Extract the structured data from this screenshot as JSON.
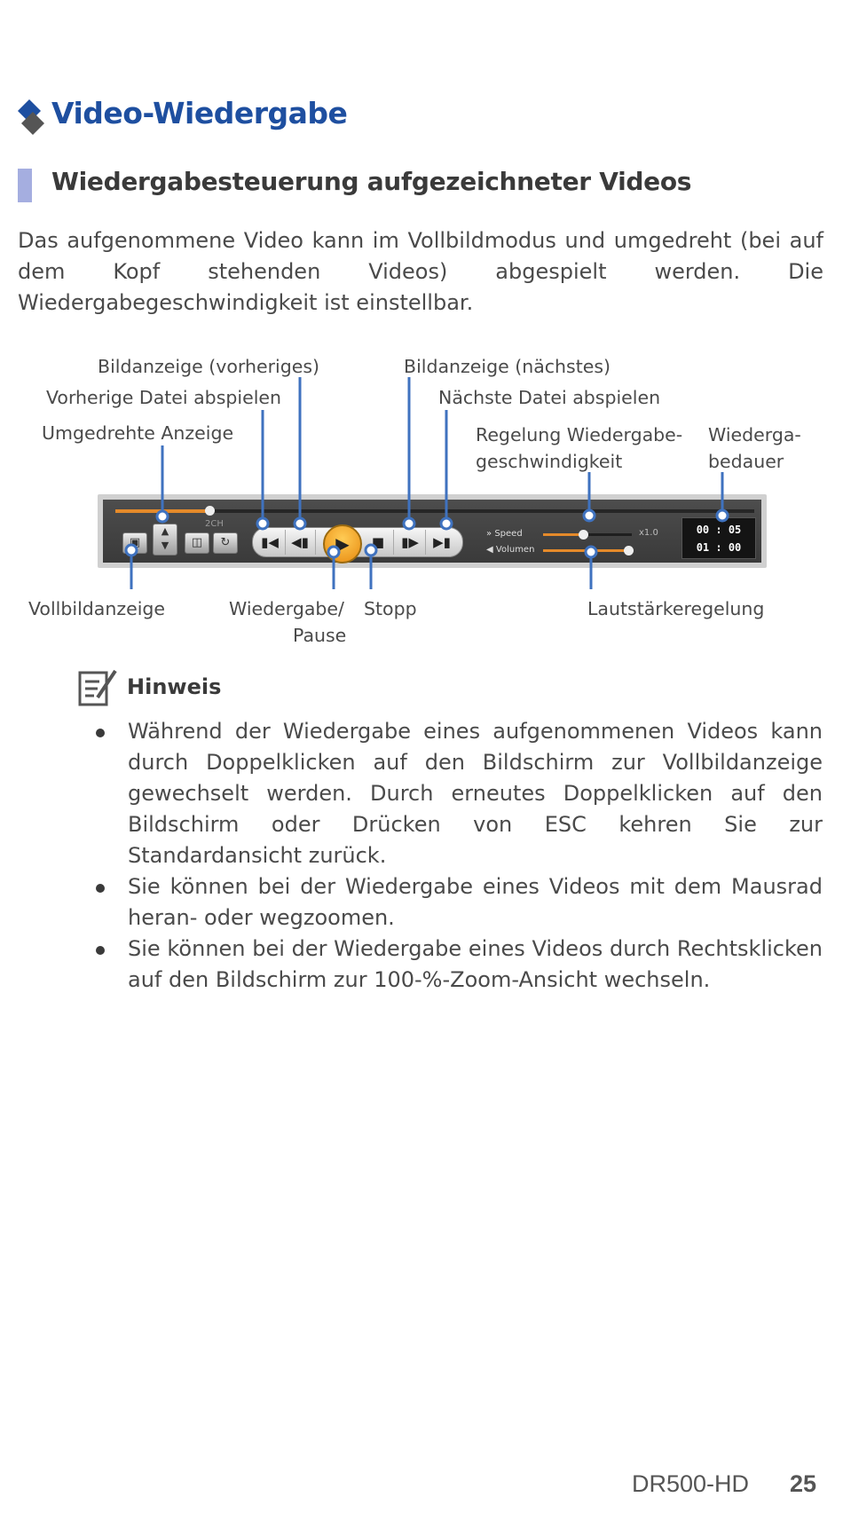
{
  "section_title": "Video-Wiedergabe",
  "subsection_title": "Wiedergabesteuerung aufgezeichneter Videos",
  "intro": "Das aufgenommene Video kann im Vollbildmodus und umgedreht (bei auf dem Kopf stehenden Videos) abgespielt werden. Die Wiedergabegeschwindigkeit ist einstellbar.",
  "callouts": {
    "prev_frame": "Bildanzeige (vorheriges)",
    "next_frame": "Bildanzeige (nächstes)",
    "prev_file": "Vorherige Datei abspielen",
    "next_file": "Nächste Datei abspielen",
    "flip": "Umgedrehte Anzeige",
    "speed_line1": "Regelung Wiedergabe-",
    "speed_line2": "geschwindigkeit",
    "duration_line1": "Wiederga-",
    "duration_line2": "bedauer",
    "fullscreen": "Vollbildanzeige",
    "play_pause_line1": "Wiedergabe/",
    "play_pause_line2": "Pause",
    "stop": "Stopp",
    "volume": "Lautstärkeregelung"
  },
  "player": {
    "channel_label": "2CH",
    "speed_label": "Speed",
    "volume_label": "Volumen",
    "speed_value": "x1.0",
    "elapsed_time": "00 : 05",
    "total_time": "01 : 00",
    "progress": 0.15,
    "speed_level": 0.45,
    "volume_level": 0.96
  },
  "note": {
    "title": "Hinweis",
    "items": [
      "Während der Wiedergabe eines aufgenommenen Videos kann durch Doppelklicken auf den Bildschirm zur Vollbildanzeige gewechselt werden. Durch erneutes Doppelklicken auf den Bildschirm oder Drücken von ESC kehren Sie zur Standardansicht zurück.",
      "Sie können bei der Wiedergabe eines Videos mit dem Mausrad heran- oder wegzoomen.",
      "Sie können bei der Wiedergabe eines Videos durch Rechtsklicken auf den Bildschirm zur 100-%-Zoom-Ansicht wechseln."
    ]
  },
  "footer": {
    "model": "DR500-HD",
    "page": "25"
  },
  "colors": {
    "title_blue": "#1e4fa0",
    "callout_blue": "#3f72bf",
    "accent_orange": "#e58a2a"
  }
}
